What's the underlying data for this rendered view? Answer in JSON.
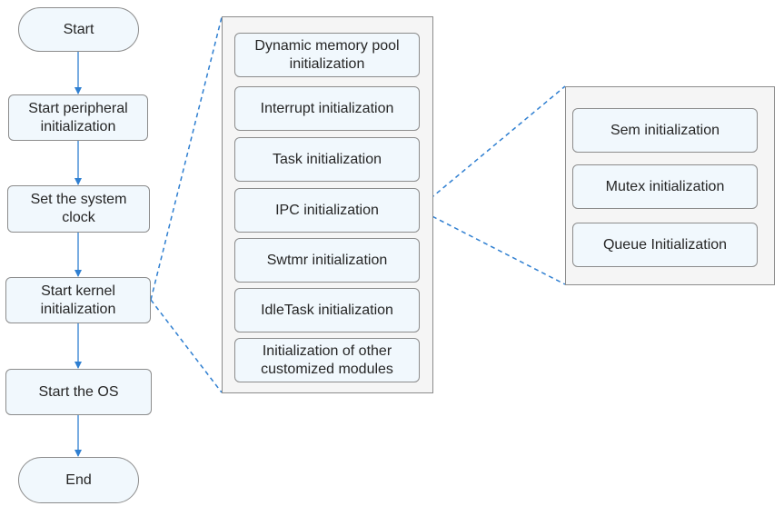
{
  "main_flow": {
    "start": "Start",
    "peripheral": "Start peripheral initialization",
    "clock": "Set the system clock",
    "kernel": "Start kernel initialization",
    "os": "Start the OS",
    "end": "End"
  },
  "kernel_steps": [
    "Dynamic memory pool initialization",
    "Interrupt initialization",
    "Task initialization",
    "IPC initialization",
    "Swtmr initialization",
    "IdleTask initialization",
    "Initialization of other customized modules"
  ],
  "ipc_steps": [
    "Sem initialization",
    "Mutex initialization",
    "Queue Initialization"
  ],
  "colors": {
    "arrow": "#2f7fd1",
    "node_fill": "#f1f8fd",
    "node_border": "#8c8c8c",
    "panel_fill": "#f5f5f5",
    "text": "#262626"
  }
}
